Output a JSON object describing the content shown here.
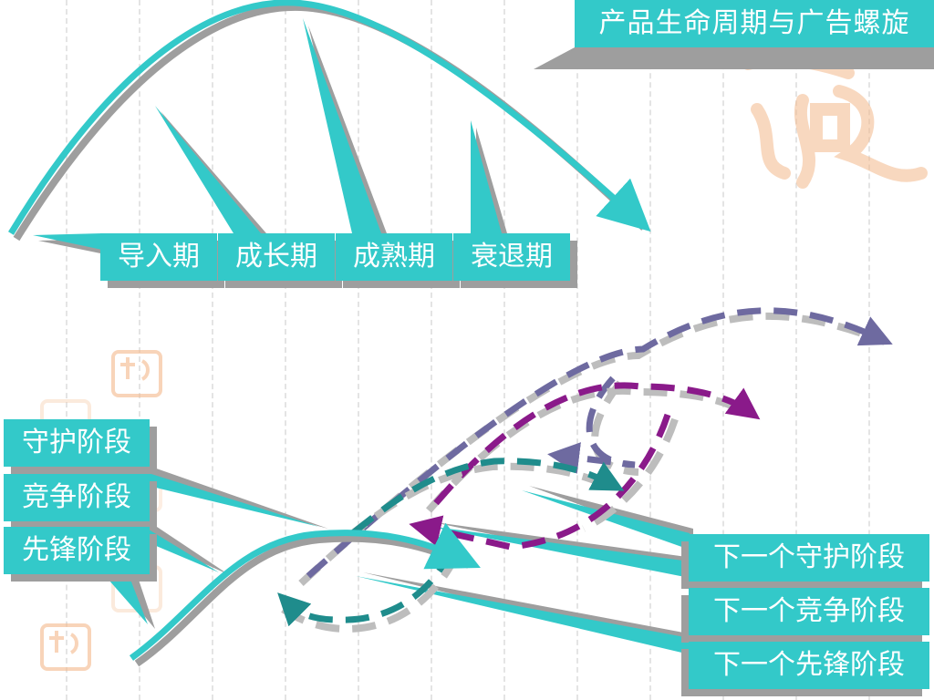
{
  "title": "产品生命周期与广告螺旋",
  "stages": [
    "导入期",
    "成长期",
    "成熟期",
    "衰退期"
  ],
  "phases": [
    "守护阶段",
    "竞争阶段",
    "先锋阶段"
  ],
  "next_phases": [
    "下一个守护阶段",
    "下一个竞争阶段",
    "下一个先锋阶段"
  ],
  "colors": {
    "teal": "#33c9c9",
    "shadow": "#9e9e9e",
    "dark_teal": "#1f8c8c",
    "purple": "#8a1a8a",
    "slate": "#6e6aa0",
    "seal": "#f4b98c"
  }
}
